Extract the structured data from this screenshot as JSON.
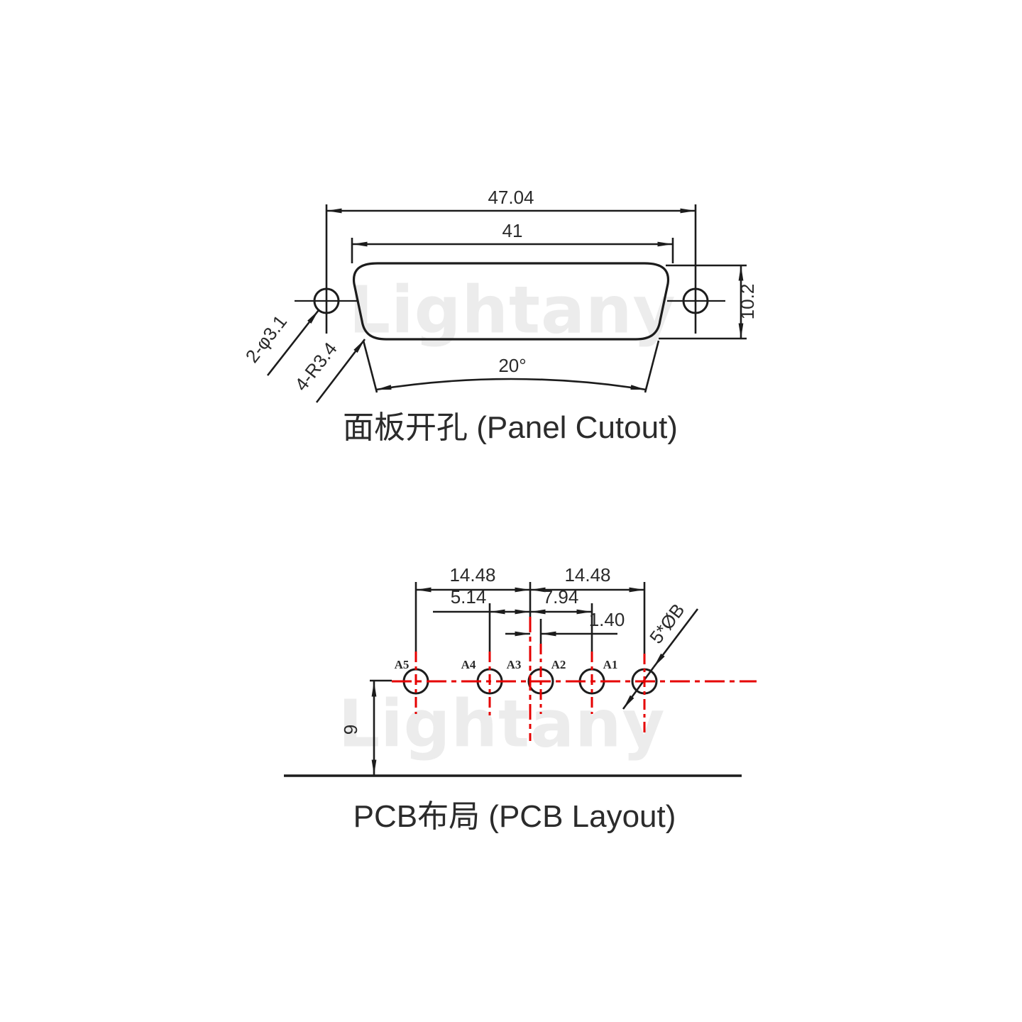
{
  "watermark": {
    "text": "Lightany"
  },
  "colors": {
    "line": "#1c1c1c",
    "red": "#e60000",
    "text": "#2a2a2a",
    "watermark": "#ececec",
    "background": "#ffffff"
  },
  "panel": {
    "title": "面板开孔 (Panel Cutout)",
    "dim_outer": "47.04",
    "dim_inner": "41",
    "dim_height": "10.2",
    "dim_angle": "20°",
    "note_mount_holes": "2-φ3.1",
    "note_corner_radius": "4-R3.4"
  },
  "pcb": {
    "title": "PCB布局 (PCB Layout)",
    "dim_pitch_left": "14.48",
    "dim_pitch_right": "14.48",
    "dim_a4_offset": "5.14",
    "dim_a2_offset": "7.94",
    "dim_a3_offset": "1.40",
    "dim_row_height": "9",
    "note_holes": "5*ØB",
    "pads": [
      {
        "label": "A5"
      },
      {
        "label": "A4"
      },
      {
        "label": "A3"
      },
      {
        "label": "A2"
      },
      {
        "label": "A1"
      }
    ]
  }
}
